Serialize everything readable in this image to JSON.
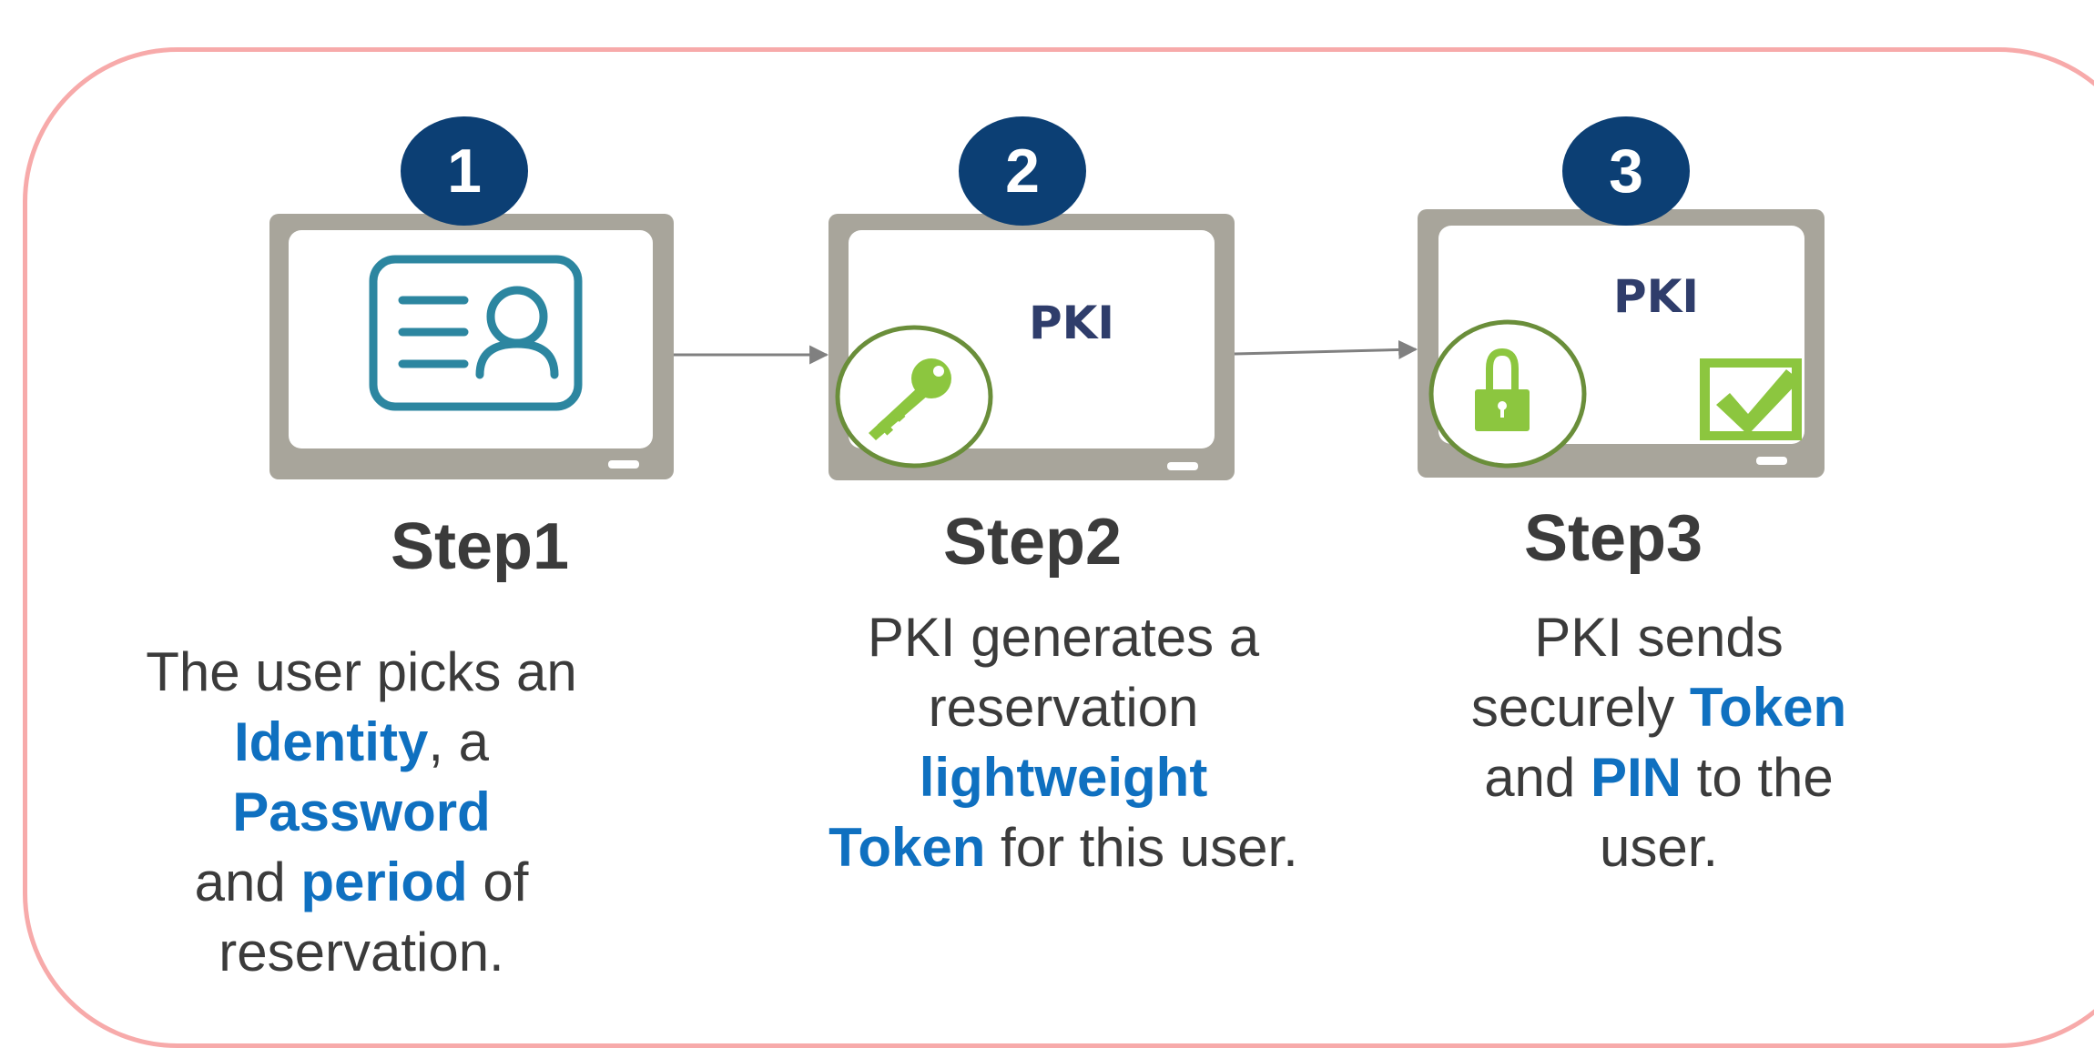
{
  "steps": [
    {
      "number": "1",
      "title": "Step1",
      "description": [
        {
          "t": "The user picks an",
          "hl": false
        },
        {
          "br": true
        },
        {
          "t": "Identity",
          "hl": true
        },
        {
          "t": ", a ",
          "hl": false
        },
        {
          "t": "Password",
          "hl": true
        },
        {
          "br": true
        },
        {
          "t": "and ",
          "hl": false
        },
        {
          "t": "period",
          "hl": true
        },
        {
          "t": " of",
          "hl": false
        },
        {
          "br": true
        },
        {
          "t": "reservation.",
          "hl": false
        }
      ]
    },
    {
      "number": "2",
      "title": "Step2",
      "screen_label": "PKI",
      "description": [
        {
          "t": "PKI generates a",
          "hl": false
        },
        {
          "br": true
        },
        {
          "t": "reservation",
          "hl": false
        },
        {
          "br": true
        },
        {
          "t": "lightweight",
          "hl": true
        },
        {
          "br": true
        },
        {
          "t": "Token",
          "hl": true
        },
        {
          "t": " for this user.",
          "hl": false
        }
      ]
    },
    {
      "number": "3",
      "title": "Step3",
      "screen_label": "PKI",
      "description": [
        {
          "t": "PKI sends",
          "hl": false
        },
        {
          "br": true
        },
        {
          "t": "securely ",
          "hl": false
        },
        {
          "t": "Token",
          "hl": true
        },
        {
          "br": true
        },
        {
          "t": "and ",
          "hl": false
        },
        {
          "t": "PIN",
          "hl": true
        },
        {
          "t": " to the",
          "hl": false
        },
        {
          "br": true
        },
        {
          "t": "user.",
          "hl": false
        }
      ]
    }
  ],
  "icons": {
    "step1": "id-card-icon",
    "step2": "key-icon",
    "step3_lock": "padlock-icon",
    "step3_check": "checkbox-checked-icon"
  },
  "colors": {
    "badge": "#0c3f74",
    "highlight": "#0f70c0",
    "text": "#3b3b3b",
    "frame": "#f7aaaa",
    "monitor": "#a8a59b",
    "green": "#8cc63f",
    "circle_border": "#6a8e3a",
    "id_card": "#2c86a0"
  }
}
